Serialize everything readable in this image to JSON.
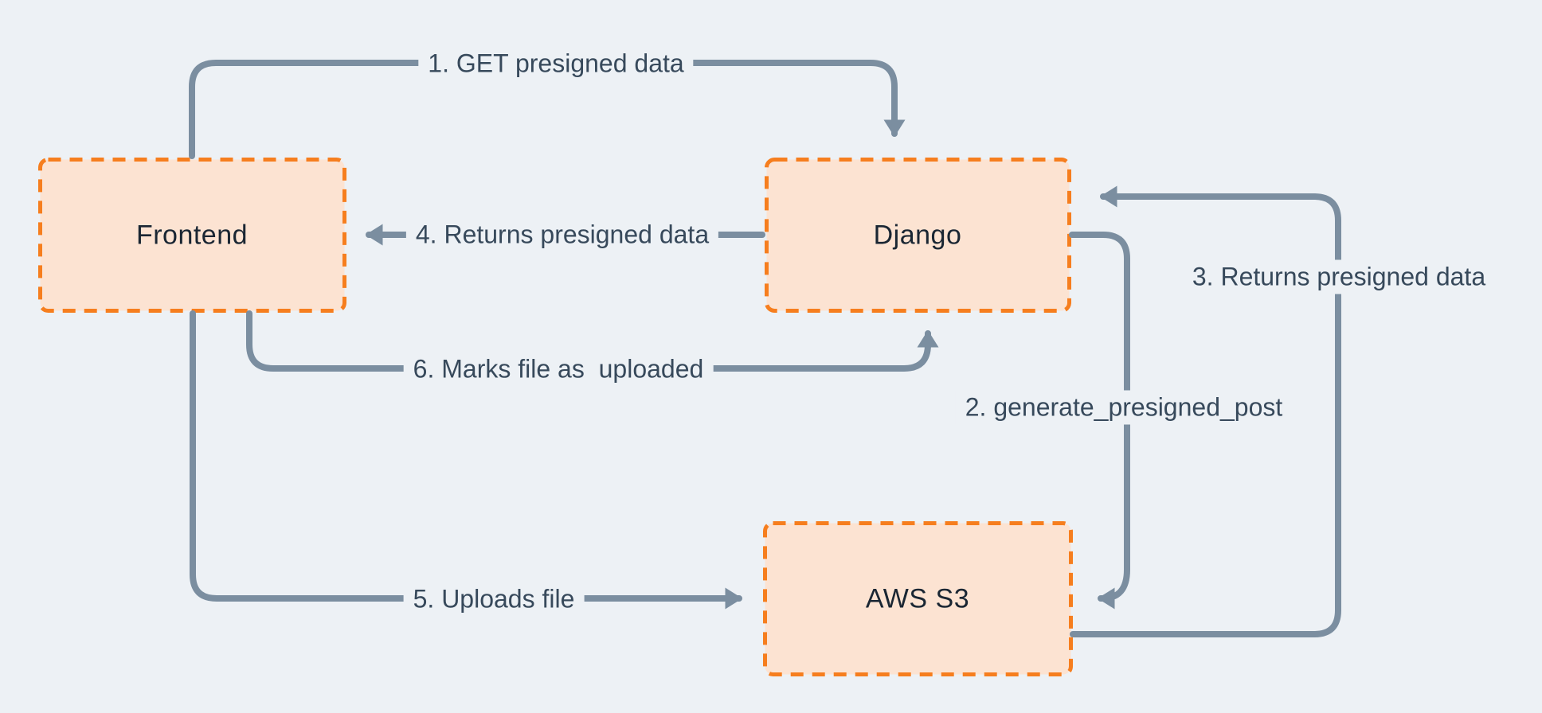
{
  "diagram": {
    "background_color": "#edf1f5",
    "arrow_color": "#7b8ea0",
    "box_fill_color": "#fce3d2",
    "box_border_color": "#f67e1e",
    "box_text_color": "#1a2633",
    "edge_label_color": "#37495b"
  },
  "nodes": [
    {
      "id": "frontend",
      "label": "Frontend"
    },
    {
      "id": "django",
      "label": "Django"
    },
    {
      "id": "aws-s3",
      "label": "AWS S3"
    }
  ],
  "edges": [
    {
      "step": "1",
      "label": "1. GET presigned data",
      "from": "Frontend",
      "to": "Django"
    },
    {
      "step": "2",
      "label": "2. generate_presigned_post",
      "from": "Django",
      "to": "AWS S3"
    },
    {
      "step": "3",
      "label": "3. Returns presigned data",
      "from": "AWS S3",
      "to": "Django"
    },
    {
      "step": "4",
      "label": "4. Returns presigned data",
      "from": "Django",
      "to": "Frontend"
    },
    {
      "step": "5",
      "label": "5. Uploads file",
      "from": "Frontend",
      "to": "AWS S3"
    },
    {
      "step": "6",
      "label": "6. Marks file as  uploaded",
      "from": "Frontend",
      "to": "Django"
    }
  ]
}
